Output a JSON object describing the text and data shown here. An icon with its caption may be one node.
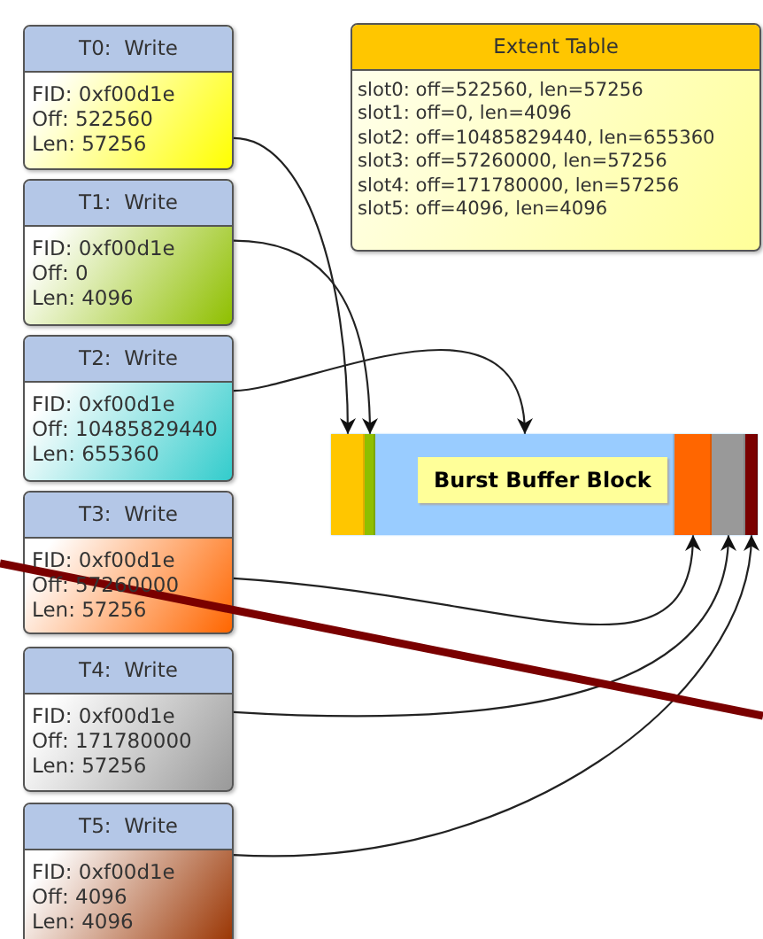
{
  "diagram": {
    "nodes": [
      {
        "text": [
          "T0:  Write",
          "FID: 0xf00d1e",
          "Off: 522560",
          "Len: 57256"
        ]
      },
      {
        "text": [
          "T1:  Write",
          "FID: 0xf00d1e",
          "Off: 0",
          "Len: 4096"
        ]
      },
      {
        "text": [
          "T2:  Write",
          "FID: 0xf00d1e",
          "Off: 10485829440",
          "Len: 655360"
        ]
      },
      {
        "text": [
          "T3:  Write",
          "FID: 0xf00d1e",
          "Off: 57260000",
          "Len: 57256"
        ]
      },
      {
        "text": [
          "T4:  Write",
          "FID: 0xf00d1e",
          "Off: 171780000",
          "Len: 57256"
        ]
      },
      {
        "text": [
          "T5:  Write",
          "FID: 0xf00d1e",
          "Off: 4096",
          "Len: 4096"
        ]
      },
      {
        "text": [
          "Extent Table",
          "slot0: off=522560, len=57256",
          "slot1: off=0, len=4096",
          "slot2: off=10485829440, len=655360",
          "slot3: off=57260000, len=57256",
          "slot4: off=171780000, len=57256",
          "slot5: off=4096, len=4096"
        ]
      },
      {
        "text": [],
        "shape": "bar"
      },
      {
        "text": [],
        "shape": "bar",
        "in": 7
      },
      {
        "text": [],
        "shape": "bar",
        "in": 7
      },
      {
        "text": [
          "Burst Buffer Block"
        ],
        "in": 7
      },
      {
        "text": [],
        "shape": "bar",
        "in": 7
      },
      {
        "text": [],
        "shape": "bar",
        "in": 7
      },
      {
        "text": [],
        "shape": "bar",
        "in": 7
      }
    ],
    "edges": [
      {
        "from": 0,
        "to": 8,
        "arrow": "to"
      },
      {
        "from": 1,
        "to": 9,
        "arrow": "to"
      },
      {
        "from": 2,
        "to": 10,
        "arrow": "to"
      },
      {
        "from": 3,
        "to": 11,
        "arrow": "to"
      },
      {
        "from": 4,
        "to": 12,
        "arrow": "to"
      },
      {
        "from": 5,
        "to": 13,
        "arrow": "to"
      }
    ]
  }
}
